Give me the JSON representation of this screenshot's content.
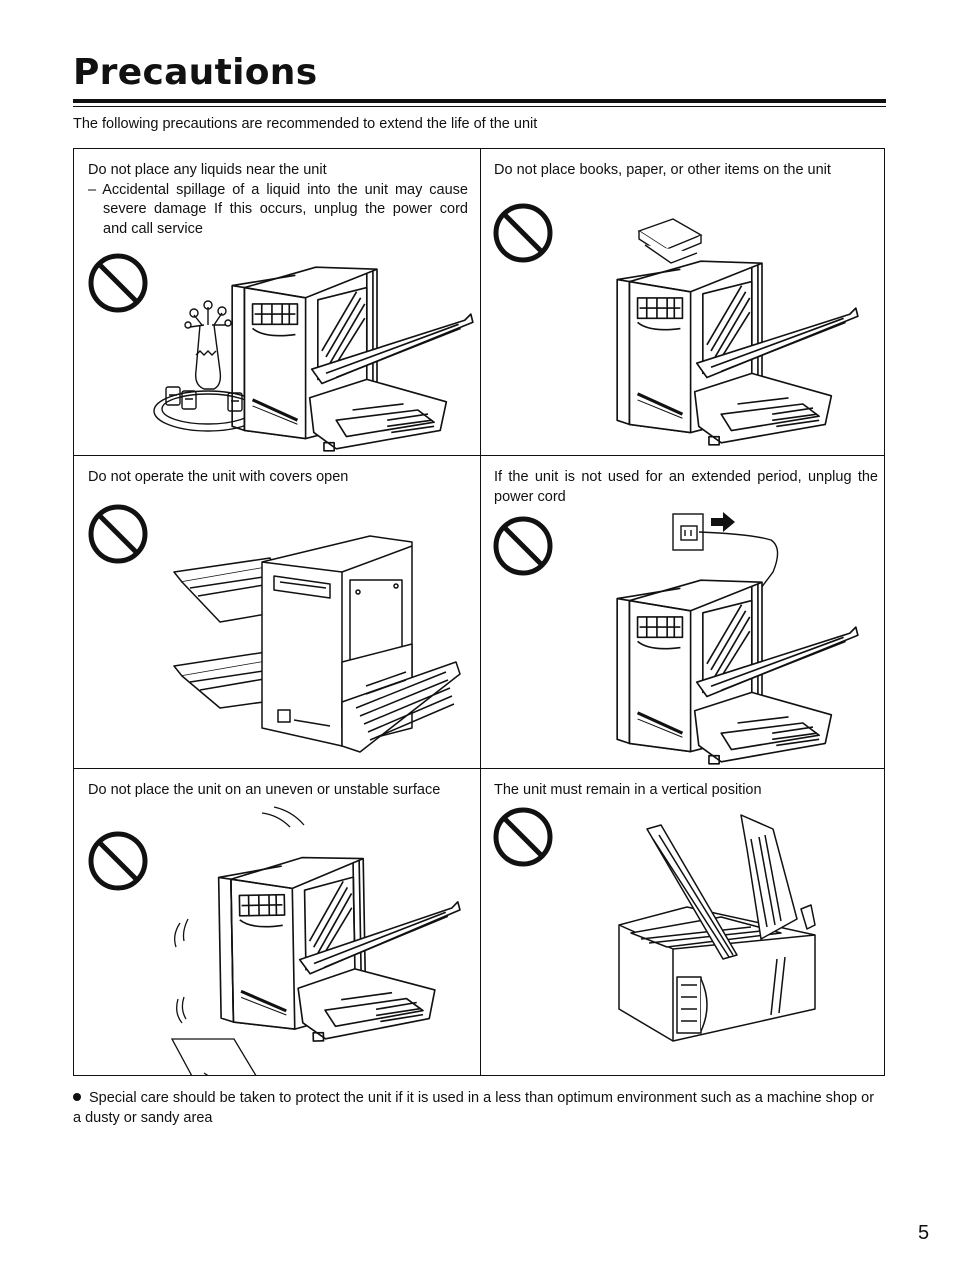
{
  "page": {
    "title": "Precautions",
    "intro": "The following precautions are recommended to extend the life of the unit",
    "page_number": "5"
  },
  "cells": [
    {
      "line1": "Do not place any liquids near the unit",
      "line2": "– Accidental spillage of a liquid into the unit may cause severe damage If this occurs, unplug the power cord and call service"
    },
    {
      "line1": "Do not place books, paper, or other items on the unit"
    },
    {
      "line1": "Do not operate the unit with covers open"
    },
    {
      "line1": "If the unit is not used for an extended period, unplug the power cord"
    },
    {
      "line1": "Do not place the unit on an uneven or unstable surface"
    },
    {
      "line1": "The unit must remain in a vertical position"
    }
  ],
  "footnote": "Special care should be taken to protect the unit if it is used in a less than optimum environment such as a machine shop or a dusty or sandy area",
  "icons": [
    "prohibition-icon",
    "printer-illustration",
    "vase-illustration",
    "glasses-illustration",
    "books-illustration",
    "power-plug-illustration",
    "arrow-icon"
  ]
}
